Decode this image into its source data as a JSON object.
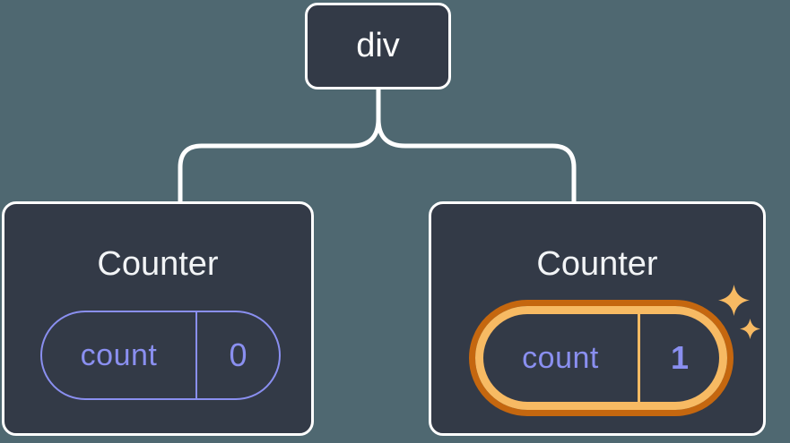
{
  "tree": {
    "root": {
      "label": "div"
    },
    "children": [
      {
        "title": "Counter",
        "state": {
          "key": "count",
          "value": "0"
        },
        "highlighted": false
      },
      {
        "title": "Counter",
        "state": {
          "key": "count",
          "value": "1"
        },
        "highlighted": true
      }
    ]
  },
  "icons": {
    "highlight_sparkle_large": "sparkle-icon",
    "highlight_sparkle_small": "sparkle-icon"
  },
  "colors": {
    "page_background": "#4F6871",
    "node_background": "#333A47",
    "node_border": "#FFFFFF",
    "connector": "#FFFFFF",
    "state_accent_purple": "#8A8FF0",
    "highlight_ring_outer": "#C5670F",
    "highlight_ring_inner": "#F7BA63",
    "sparkle": "#F7BA63",
    "title_text": "#F2F4F6"
  }
}
